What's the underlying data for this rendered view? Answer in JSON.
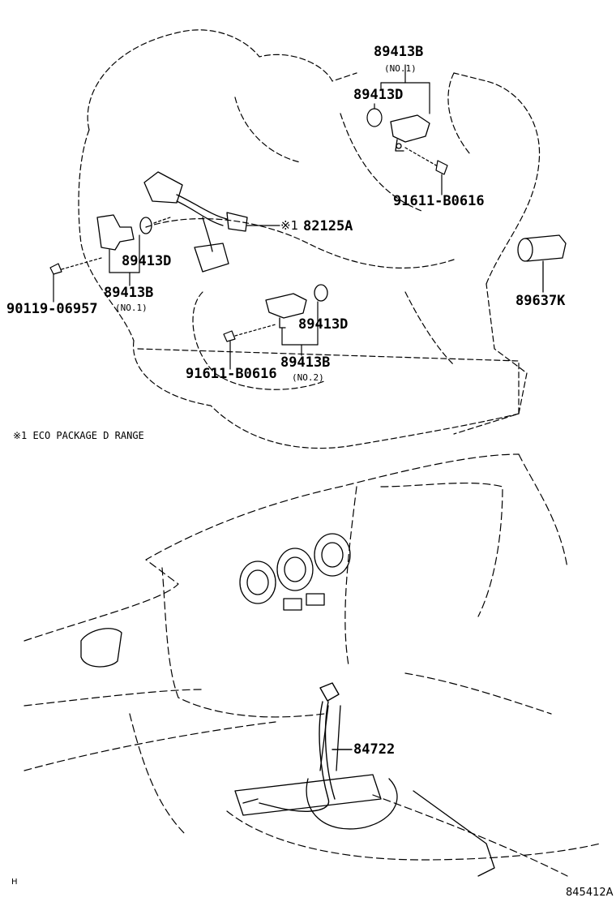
{
  "parts": {
    "p89413B_top": "89413B",
    "p89413B_top_sub": "(NO.1)",
    "p89413D_top": "89413D",
    "p91611_top": "91611-B0616",
    "p82125A": "82125A",
    "p82125A_mark": "※1",
    "p89413D_left": "89413D",
    "p89413B_left": "89413B",
    "p89413B_left_sub": "(NO.1)",
    "p90119": "90119-06957",
    "p89637K": "89637K",
    "p89413D_mid": "89413D",
    "p89413B_mid": "89413B",
    "p89413B_mid_sub": "(NO.2)",
    "p91611_mid": "91611-B0616",
    "p84722": "84722"
  },
  "notes": {
    "eco": "※1 ECO PACKAGE D RANGE",
    "corner_mark": "H",
    "drawing_code": "845412A"
  }
}
